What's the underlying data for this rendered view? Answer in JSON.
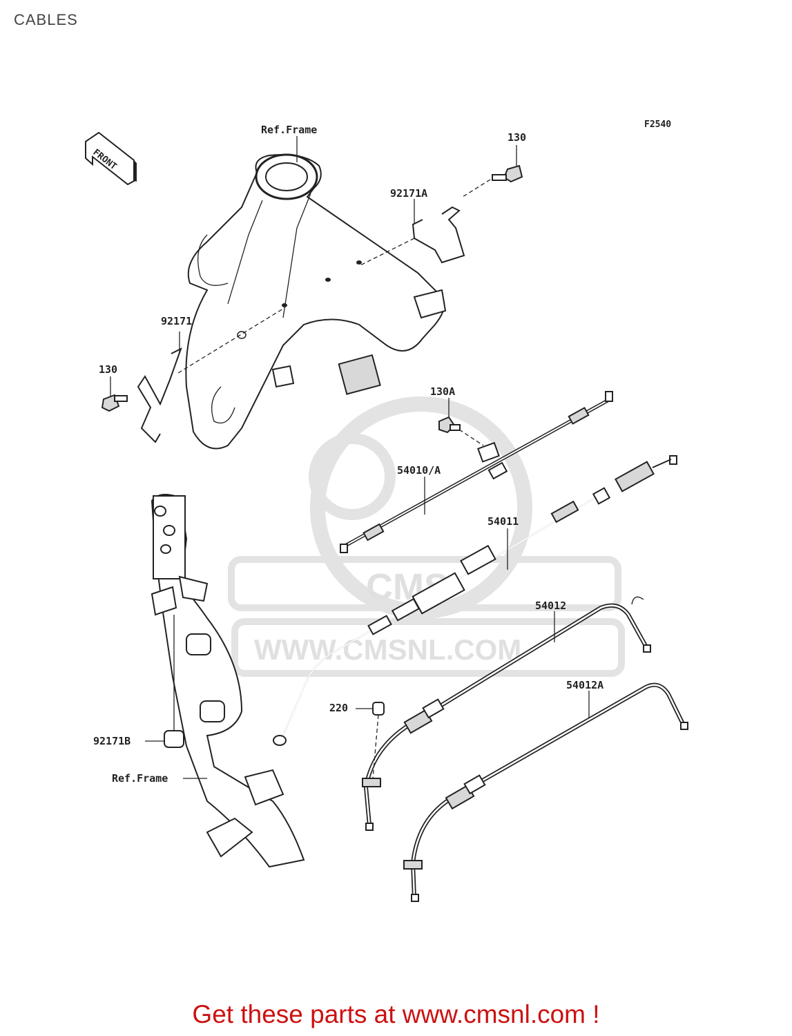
{
  "page": {
    "title": "CABLES"
  },
  "diagram": {
    "figure_code": "F2540",
    "front_arrow_label": "FRONT",
    "watermark": {
      "logo_text": "CMS",
      "url_text": "WWW.CMSNL.COM"
    },
    "labels": {
      "ref_frame_top": "Ref.Frame",
      "ref_frame_bottom": "Ref.Frame",
      "part_130_top": "130",
      "part_130_left": "130",
      "part_130A": "130A",
      "part_92171A": "92171A",
      "part_92171": "92171",
      "part_92171B": "92171B",
      "part_54010A": "54010/A",
      "part_54011": "54011",
      "part_54012": "54012",
      "part_54012A": "54012A",
      "part_220": "220"
    }
  },
  "footer": {
    "text": "Get these parts at www.cmsnl.com !"
  }
}
